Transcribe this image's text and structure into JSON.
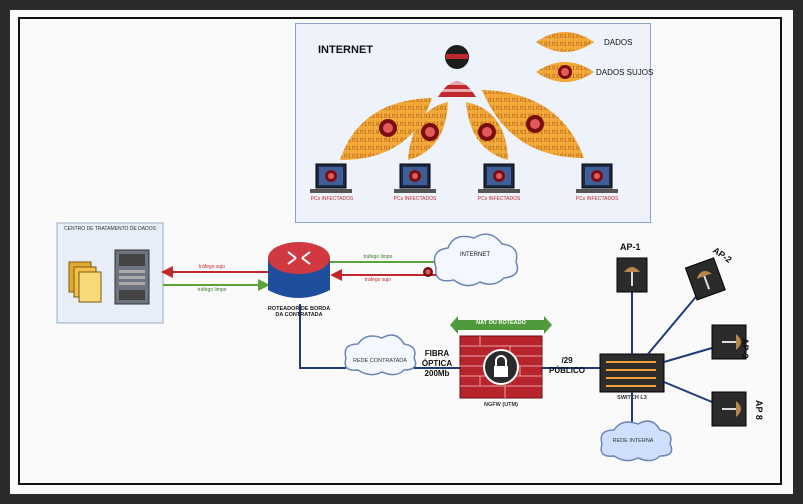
{
  "internet_panel": {
    "title": "INTERNET",
    "legend_data": "DADOS",
    "legend_dirty": "DADOS SUJOS",
    "pc_labels": [
      "PCs INFECTADOS",
      "PCs INFECTADOS",
      "PCs INFECTADOS",
      "PCs INFECTADOS"
    ]
  },
  "datacenter": {
    "label": "CENTRO DE TRATAMENTO DE DADOS"
  },
  "links": {
    "tr1": "tráfego sujo",
    "tr2": "tráfego limpo",
    "tr3": "tráfego limpo",
    "tr4": "tráfego sujo"
  },
  "router": {
    "label": "ROTEADOR DE BORDA DA CONTRATADA"
  },
  "cloud_internet": {
    "label": "INTERNET"
  },
  "cloud_contracted": {
    "label": "REDE CONTRATADA"
  },
  "fiber": {
    "line1": "FIBRA",
    "line2": "ÓPTICA",
    "line3": "200Mb"
  },
  "firewall": {
    "banner": "NAT OU ROTEADO",
    "label": "NGFW (UTM)"
  },
  "public": {
    "line1": "/29",
    "line2": "PÚBLICO"
  },
  "switch": {
    "label": "SWITCH L3"
  },
  "cloud_internal": {
    "label": "REDE INTERNA"
  },
  "access_points": {
    "ap1": "AP-1",
    "ap2": "AP-2",
    "ap3": "AP-3",
    "ap4": "AP 8"
  },
  "colors": {
    "red_line": "#c0282d",
    "green_line": "#5aa33a",
    "firewall": "#b8242c",
    "router_blue": "#1f4e9c"
  }
}
